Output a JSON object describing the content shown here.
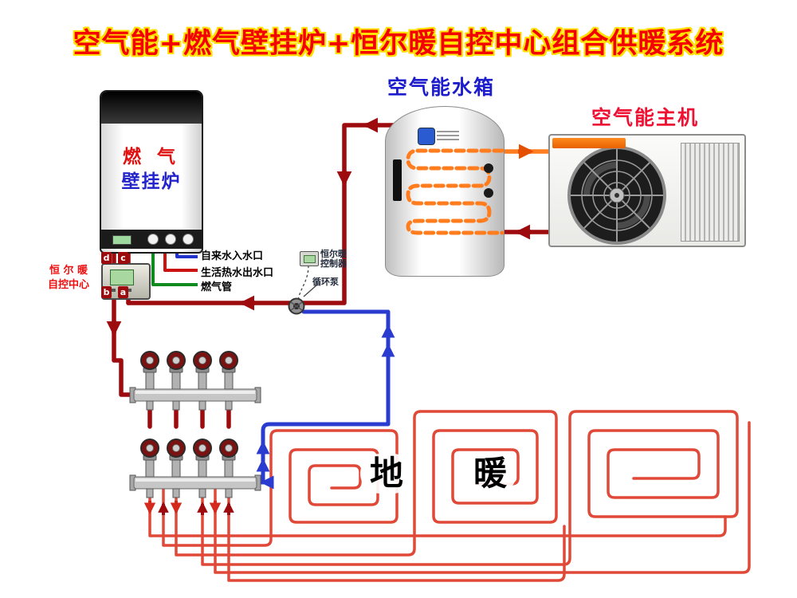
{
  "title": "空气能+燃气壁挂炉+恒尔暖自控中心组合供暖系统",
  "labels": {
    "tank_label": "空气能水箱",
    "heat_pump_label": "空气能主机",
    "boiler_line1": "燃 气",
    "boiler_line2": "壁挂炉",
    "control_center_line1": "恒 尔 暖",
    "control_center_line2": "自控中心",
    "controller_line1": "恒尔暖",
    "controller_line2": "控制器",
    "pump_label": "循环泵",
    "pipe_cold_inlet": "自来水入水口",
    "pipe_hot_outlet": "生活热水出水口",
    "pipe_gas": "燃气管",
    "floor_left": "地",
    "floor_right": "暖",
    "port_a": "a",
    "port_b": "b",
    "port_c": "c",
    "port_d": "d"
  },
  "colors": {
    "title_red": "#f50000",
    "title_glow": "#ffe000",
    "pipe_maroon": "#9e0b0e",
    "pipe_blue": "#2a3bd0",
    "pipe_green": "#0f8a1f",
    "pipe_small_red": "#cc1111",
    "coil_orange": "#ff7d1f",
    "floor_coil_red": "#e04838",
    "label_blue": "#1c1ccc",
    "label_red": "#ee1133"
  }
}
